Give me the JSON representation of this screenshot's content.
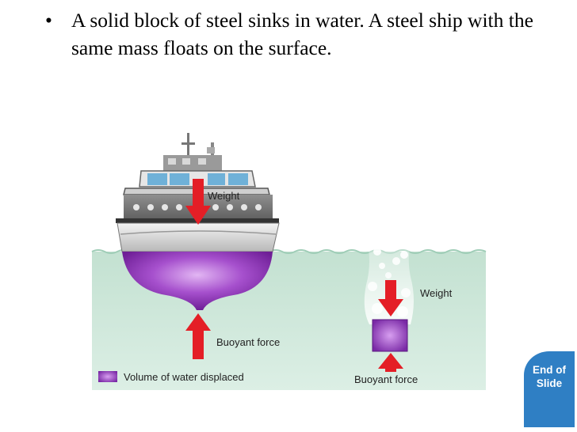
{
  "slide": {
    "bullet": "A solid block of steel sinks in water. A steel ship with the same mass floats on the surface."
  },
  "figure": {
    "ship_weight_label": "Weight",
    "ship_buoyant_label": "Buoyant force",
    "block_weight_label": "Weight",
    "block_buoyant_label": "Buoyant force",
    "legend_label": "Volume of water displaced"
  },
  "nav": {
    "end_line1": "End of",
    "end_line2": "Slide"
  },
  "colors": {
    "water": "#cfe6da",
    "displaced_volume": "#8a2db0",
    "force_arrow": "#e41e26",
    "end_button": "#2f7fc4"
  }
}
